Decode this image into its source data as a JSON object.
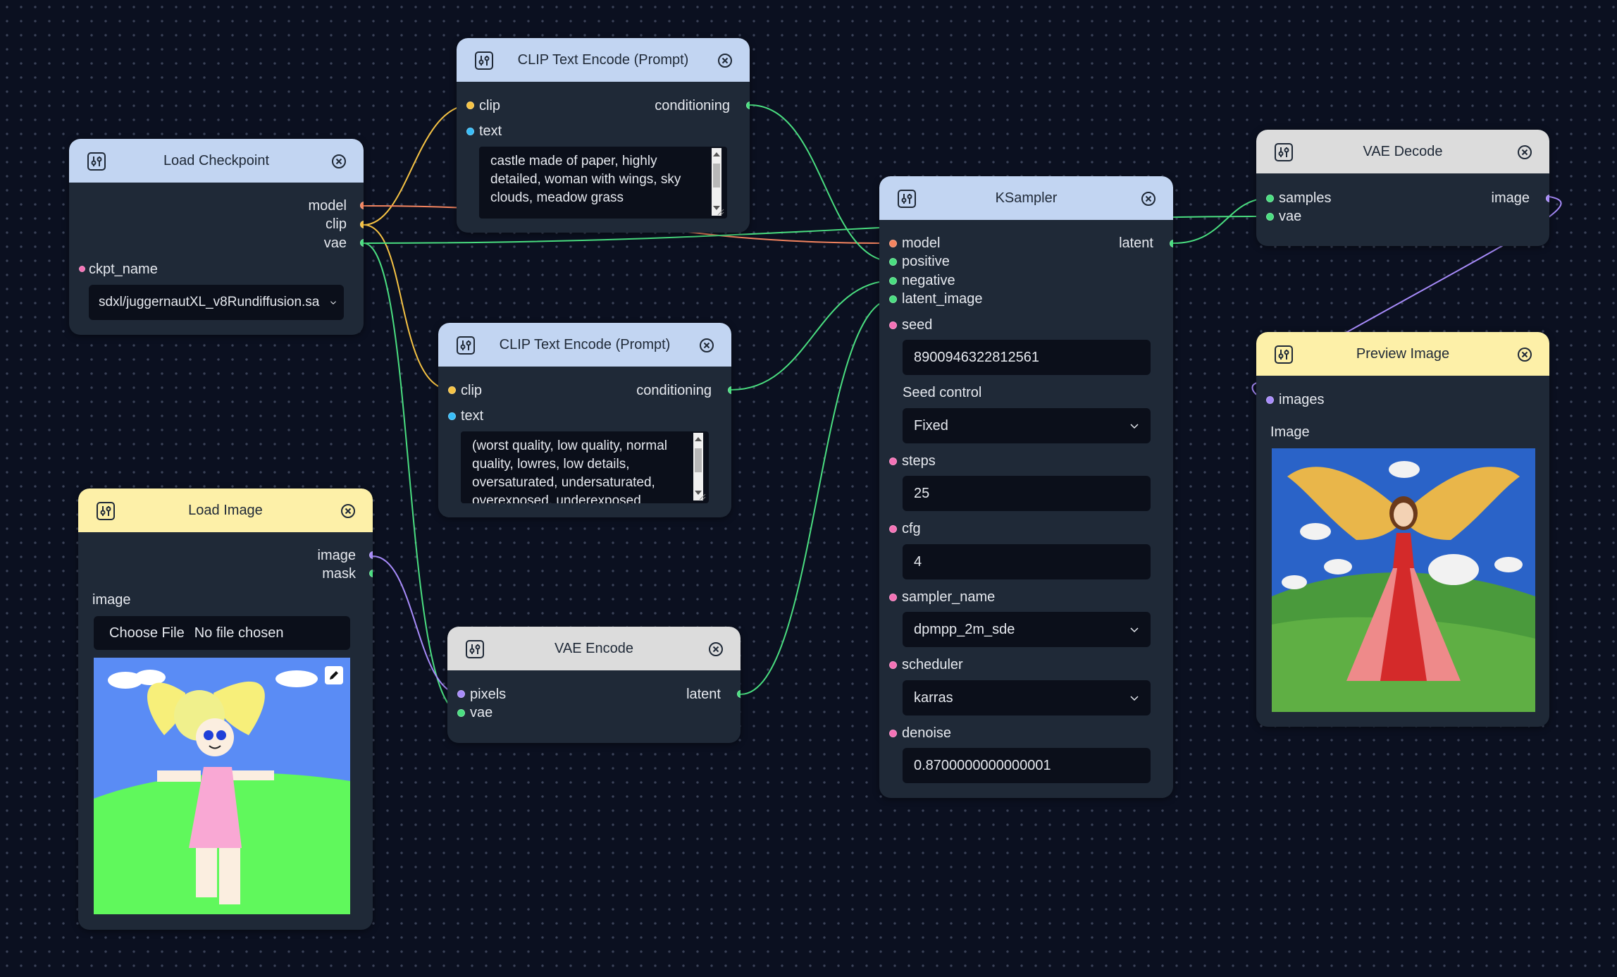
{
  "nodes": {
    "load_checkpoint": {
      "title": "Load Checkpoint",
      "outputs": [
        "model",
        "clip",
        "vae"
      ],
      "widget_label": "ckpt_name",
      "widget_value": "sdxl/juggernautXL_v8Rundiffusion.sa"
    },
    "clip_text_positive": {
      "title": "CLIP Text Encode (Prompt)",
      "inputs": [
        "clip",
        "text"
      ],
      "output": "conditioning",
      "text": "castle made of paper, highly detailed, woman with wings, sky clouds, meadow grass"
    },
    "clip_text_negative": {
      "title": "CLIP Text Encode (Prompt)",
      "inputs": [
        "clip",
        "text"
      ],
      "output": "conditioning",
      "text": "(worst quality, low quality, normal quality, lowres, low details, oversaturated, undersaturated, overexposed, underexposed"
    },
    "load_image": {
      "title": "Load Image",
      "outputs": [
        "image",
        "mask"
      ],
      "widget_label": "image",
      "file_button": "Choose File",
      "file_status": "No file chosen"
    },
    "vae_encode": {
      "title": "VAE Encode",
      "inputs": [
        "pixels",
        "vae"
      ],
      "output": "latent"
    },
    "ksampler": {
      "title": "KSampler",
      "inputs": [
        "model",
        "positive",
        "negative",
        "latent_image"
      ],
      "output": "latent",
      "seed_label": "seed",
      "seed": "8900946322812561",
      "seed_control_label": "Seed control",
      "seed_control": "Fixed",
      "steps_label": "steps",
      "steps": "25",
      "cfg_label": "cfg",
      "cfg": "4",
      "sampler_label": "sampler_name",
      "sampler_name": "dpmpp_2m_sde",
      "scheduler_label": "scheduler",
      "scheduler": "karras",
      "denoise_label": "denoise",
      "denoise": "0.8700000000000001"
    },
    "vae_decode": {
      "title": "VAE Decode",
      "inputs": [
        "samples",
        "vae"
      ],
      "output": "image"
    },
    "preview_image": {
      "title": "Preview Image",
      "input": "images",
      "image_label": "Image"
    }
  },
  "colors": {
    "model": "#f4845f",
    "clip": "#f6c344",
    "vae": "#4ade80",
    "conditioning": "#4ade80",
    "latent": "#4ade80",
    "image": "#a78bfa",
    "text": "#38bdf8",
    "widget": "#f472b6",
    "header_blue": "#c2d5f2",
    "header_yellow": "#fdf0a8",
    "header_gray": "#dcdcdc",
    "node_body": "#1f2937",
    "canvas": "#0b1020"
  },
  "icons": [
    "sliders-icon",
    "close-icon",
    "chevron-down-icon",
    "pencil-icon"
  ]
}
